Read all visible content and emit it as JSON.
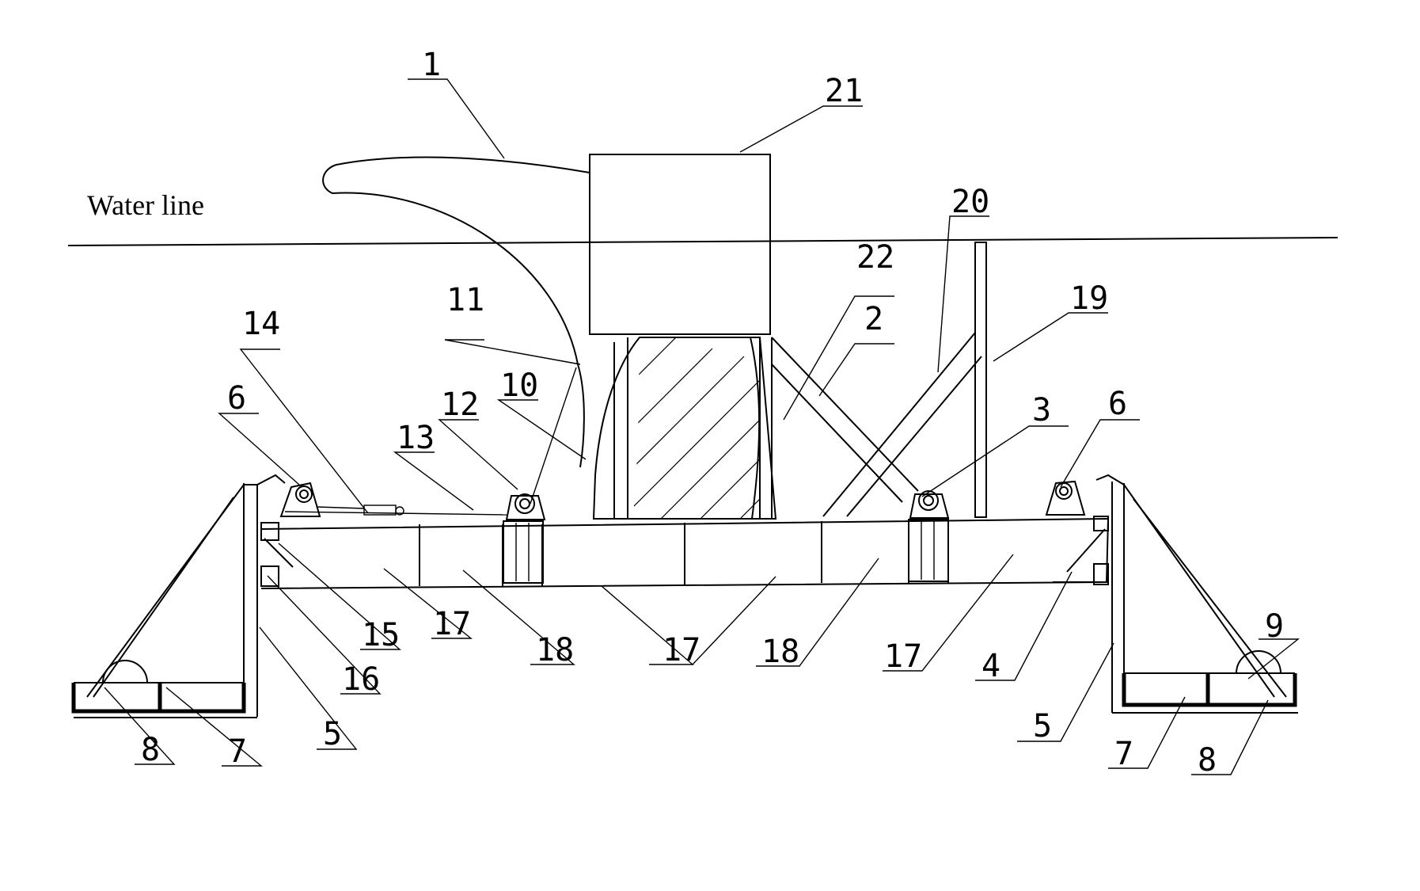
{
  "water_line_label": "Water line",
  "callouts": {
    "c1": "1",
    "c21": "21",
    "c20": "20",
    "c22": "22",
    "c11": "11",
    "c14": "14",
    "c2": "2",
    "c19": "19",
    "c12": "12",
    "c10": "10",
    "c6a": "6",
    "c3": "3",
    "c6b": "6",
    "c13": "13",
    "c9": "9",
    "c15": "15",
    "c17a": "17",
    "c18a": "18",
    "c17b": "17",
    "c18b": "18",
    "c17c": "17",
    "c4": "4",
    "c16": "16",
    "c5a": "5",
    "c5b": "5",
    "c8a": "8",
    "c7a": "7",
    "c7b": "7",
    "c8b": "8"
  }
}
